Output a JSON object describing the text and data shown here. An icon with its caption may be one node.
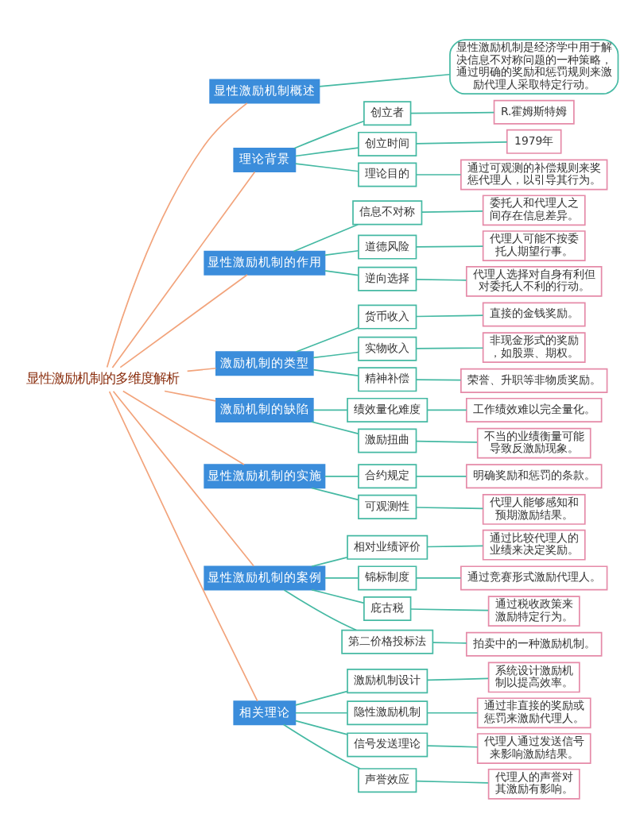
{
  "diagram": {
    "nodes": [
      {
        "text": [
          "显性激励机制的多维度解析"
        ]
      },
      {
        "text": [
          "显性激励机制概述"
        ]
      },
      {
        "text": [
          "显性激励机制是经济学中用于解决信息不对称问题的一种策略，通过明确的奖励和惩罚规则来激励代理人采取特定行动。"
        ]
      },
      {
        "text": [
          "理论背景"
        ]
      },
      {
        "text": [
          "创立者"
        ]
      },
      {
        "text": [
          "R.霍姆斯特姆"
        ]
      },
      {
        "text": [
          "创立时间"
        ]
      },
      {
        "text": [
          "1979年"
        ]
      },
      {
        "text": [
          "理论目的"
        ]
      },
      {
        "text": [
          "通过可观测的补偿规则来奖惩代理人，以引导其行为。"
        ]
      },
      {
        "text": [
          "显性激励机制的作用"
        ]
      },
      {
        "text": [
          "信息不对称"
        ]
      },
      {
        "text": [
          "委托人和代理人之间存在信息差异。"
        ]
      },
      {
        "text": [
          "道德风险"
        ]
      },
      {
        "text": [
          "代理人可能不按委托人期望行事。"
        ]
      },
      {
        "text": [
          "逆向选择"
        ]
      },
      {
        "text": [
          "代理人选择对自身有利但对委托人不利的行动。"
        ]
      },
      {
        "text": [
          "激励机制的类型"
        ]
      },
      {
        "text": [
          "货币收入"
        ]
      },
      {
        "text": [
          "直接的金钱奖励。"
        ]
      },
      {
        "text": [
          "实物收入"
        ]
      },
      {
        "text": [
          "非现金形式的奖励，如股票、期权。"
        ]
      },
      {
        "text": [
          "精神补偿"
        ]
      },
      {
        "text": [
          "荣誉、升职等非物质奖励。"
        ]
      },
      {
        "text": [
          "激励机制的缺陷"
        ]
      },
      {
        "text": [
          "绩效量化难度"
        ]
      },
      {
        "text": [
          "工作绩效难以完全量化。"
        ]
      },
      {
        "text": [
          "激励扭曲"
        ]
      },
      {
        "text": [
          "不当的业绩衡量可能导致反激励现象。"
        ]
      },
      {
        "text": [
          "显性激励机制的实施"
        ]
      },
      {
        "text": [
          "合约规定"
        ]
      },
      {
        "text": [
          "明确奖励和惩罚的条款。"
        ]
      },
      {
        "text": [
          "可观测性"
        ]
      },
      {
        "text": [
          "代理人能够感知和预期激励结果。"
        ]
      },
      {
        "text": [
          "显性激励机制的案例"
        ]
      },
      {
        "text": [
          "相对业绩评价"
        ]
      },
      {
        "text": [
          "通过比较代理人的业绩来决定奖励。"
        ]
      },
      {
        "text": [
          "锦标制度"
        ]
      },
      {
        "text": [
          "通过竞赛形式激励代理人。"
        ]
      },
      {
        "text": [
          "庇古税"
        ]
      },
      {
        "text": [
          "通过税收政策来激励特定行为。"
        ]
      },
      {
        "text": [
          "第二价格投标法"
        ]
      },
      {
        "text": [
          "拍卖中的一种激励机制。"
        ]
      },
      {
        "text": [
          "相关理论"
        ]
      },
      {
        "text": [
          "激励机制设计"
        ]
      },
      {
        "text": [
          "系统设计激励机制以提高效率。"
        ]
      },
      {
        "text": [
          "隐性激励机制"
        ]
      },
      {
        "text": [
          "通过非直接的奖励或惩罚来激励代理人。"
        ]
      },
      {
        "text": [
          "信号发送理论"
        ]
      },
      {
        "text": [
          "代理人通过发送信号来影响激励结果。"
        ]
      },
      {
        "text": [
          "声誉效应"
        ]
      },
      {
        "text": [
          "代理人的声誉对其激励有影响。"
        ]
      }
    ],
    "edges": [
      {
        "from": 0,
        "to": 1,
        "arrow": "none",
        "color": "#f2a47c"
      },
      {
        "from": 1,
        "to": 2,
        "arrow": "none"
      },
      {
        "from": 0,
        "to": 3,
        "arrow": "none",
        "color": "#f2a47c"
      },
      {
        "from": 3,
        "to": 4,
        "arrow": "none"
      },
      {
        "from": 4,
        "to": 5,
        "arrow": "none"
      },
      {
        "from": 3,
        "to": 6,
        "arrow": "none"
      },
      {
        "from": 6,
        "to": 7,
        "arrow": "none"
      },
      {
        "from": 3,
        "to": 8,
        "arrow": "none"
      },
      {
        "from": 8,
        "to": 9,
        "arrow": "none"
      },
      {
        "from": 0,
        "to": 10,
        "arrow": "none",
        "color": "#f2a47c"
      },
      {
        "from": 10,
        "to": 11,
        "arrow": "none"
      },
      {
        "from": 11,
        "to": 12,
        "arrow": "none"
      },
      {
        "from": 10,
        "to": 13,
        "arrow": "none"
      },
      {
        "from": 13,
        "to": 14,
        "arrow": "none"
      },
      {
        "from": 10,
        "to": 15,
        "arrow": "none"
      },
      {
        "from": 15,
        "to": 16,
        "arrow": "none"
      },
      {
        "from": 0,
        "to": 17,
        "arrow": "none",
        "color": "#f2a47c"
      },
      {
        "from": 17,
        "to": 18,
        "arrow": "none"
      },
      {
        "from": 18,
        "to": 19,
        "arrow": "none"
      },
      {
        "from": 17,
        "to": 20,
        "arrow": "none"
      },
      {
        "from": 20,
        "to": 21,
        "arrow": "none"
      },
      {
        "from": 17,
        "to": 22,
        "arrow": "none"
      },
      {
        "from": 22,
        "to": 23,
        "arrow": "none"
      },
      {
        "from": 0,
        "to": 24,
        "arrow": "none",
        "color": "#f2a47c"
      },
      {
        "from": 24,
        "to": 25,
        "arrow": "none"
      },
      {
        "from": 25,
        "to": 26,
        "arrow": "none"
      },
      {
        "from": 24,
        "to": 27,
        "arrow": "none"
      },
      {
        "from": 27,
        "to": 28,
        "arrow": "none"
      },
      {
        "from": 0,
        "to": 29,
        "arrow": "none",
        "color": "#f2a47c"
      },
      {
        "from": 29,
        "to": 30,
        "arrow": "none"
      },
      {
        "from": 30,
        "to": 31,
        "arrow": "none"
      },
      {
        "from": 29,
        "to": 32,
        "arrow": "none"
      },
      {
        "from": 32,
        "to": 33,
        "arrow": "none"
      },
      {
        "from": 0,
        "to": 34,
        "arrow": "none",
        "color": "#f2a47c"
      },
      {
        "from": 34,
        "to": 35,
        "arrow": "none"
      },
      {
        "from": 35,
        "to": 36,
        "arrow": "none"
      },
      {
        "from": 34,
        "to": 37,
        "arrow": "none"
      },
      {
        "from": 37,
        "to": 38,
        "arrow": "none"
      },
      {
        "from": 34,
        "to": 39,
        "arrow": "none"
      },
      {
        "from": 39,
        "to": 40,
        "arrow": "none"
      },
      {
        "from": 34,
        "to": 41,
        "arrow": "none"
      },
      {
        "from": 41,
        "to": 42,
        "arrow": "none"
      },
      {
        "from": 0,
        "to": 43,
        "arrow": "none",
        "color": "#f2a47c"
      },
      {
        "from": 43,
        "to": 44,
        "arrow": "none"
      },
      {
        "from": 44,
        "to": 45,
        "arrow": "none"
      },
      {
        "from": 43,
        "to": 46,
        "arrow": "none"
      },
      {
        "from": 46,
        "to": 47,
        "arrow": "none"
      },
      {
        "from": 43,
        "to": 48,
        "arrow": "none"
      },
      {
        "from": 48,
        "to": 49,
        "arrow": "none"
      },
      {
        "from": 43,
        "to": 50,
        "arrow": "none"
      },
      {
        "from": 50,
        "to": 51,
        "arrow": "none"
      }
    ]
  }
}
